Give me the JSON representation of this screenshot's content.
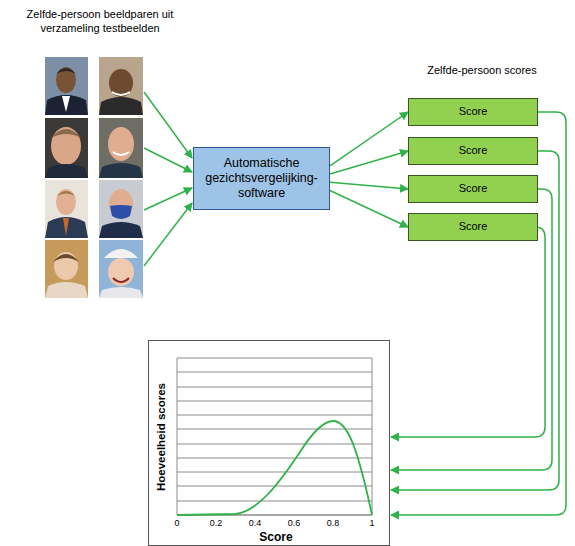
{
  "diagram": {
    "nodes": [
      {
        "text": [
          "Automatische gezichtsvergelijking- software"
        ]
      },
      {
        "text": [
          "Score"
        ]
      },
      {
        "text": [
          "Score"
        ]
      },
      {
        "text": [
          "Score"
        ]
      },
      {
        "text": [
          "Score"
        ]
      },
      {
        "text": [
          "Hoeveelheid scores",
          "Score"
        ]
      }
    ],
    "edges": [
      {
        "from": 0,
        "to": 1,
        "arrow": "to"
      },
      {
        "from": 0,
        "to": 2,
        "arrow": "to"
      },
      {
        "from": 0,
        "to": 3,
        "arrow": "to"
      },
      {
        "from": 0,
        "to": 4,
        "arrow": "to"
      },
      {
        "from": 1,
        "to": 5,
        "arrow": "to"
      },
      {
        "from": 2,
        "to": 5,
        "arrow": "to"
      },
      {
        "from": 3,
        "to": 5,
        "arrow": "to"
      },
      {
        "from": 4,
        "to": 5,
        "arrow": "to"
      }
    ],
    "labels": [
      "Zelfde-persoon beeldparen uit verzameling testbeelden",
      "Zelfde-persoon scores",
      "0",
      "0.2",
      "0.4",
      "0.6",
      "0.8",
      "1"
    ]
  }
}
